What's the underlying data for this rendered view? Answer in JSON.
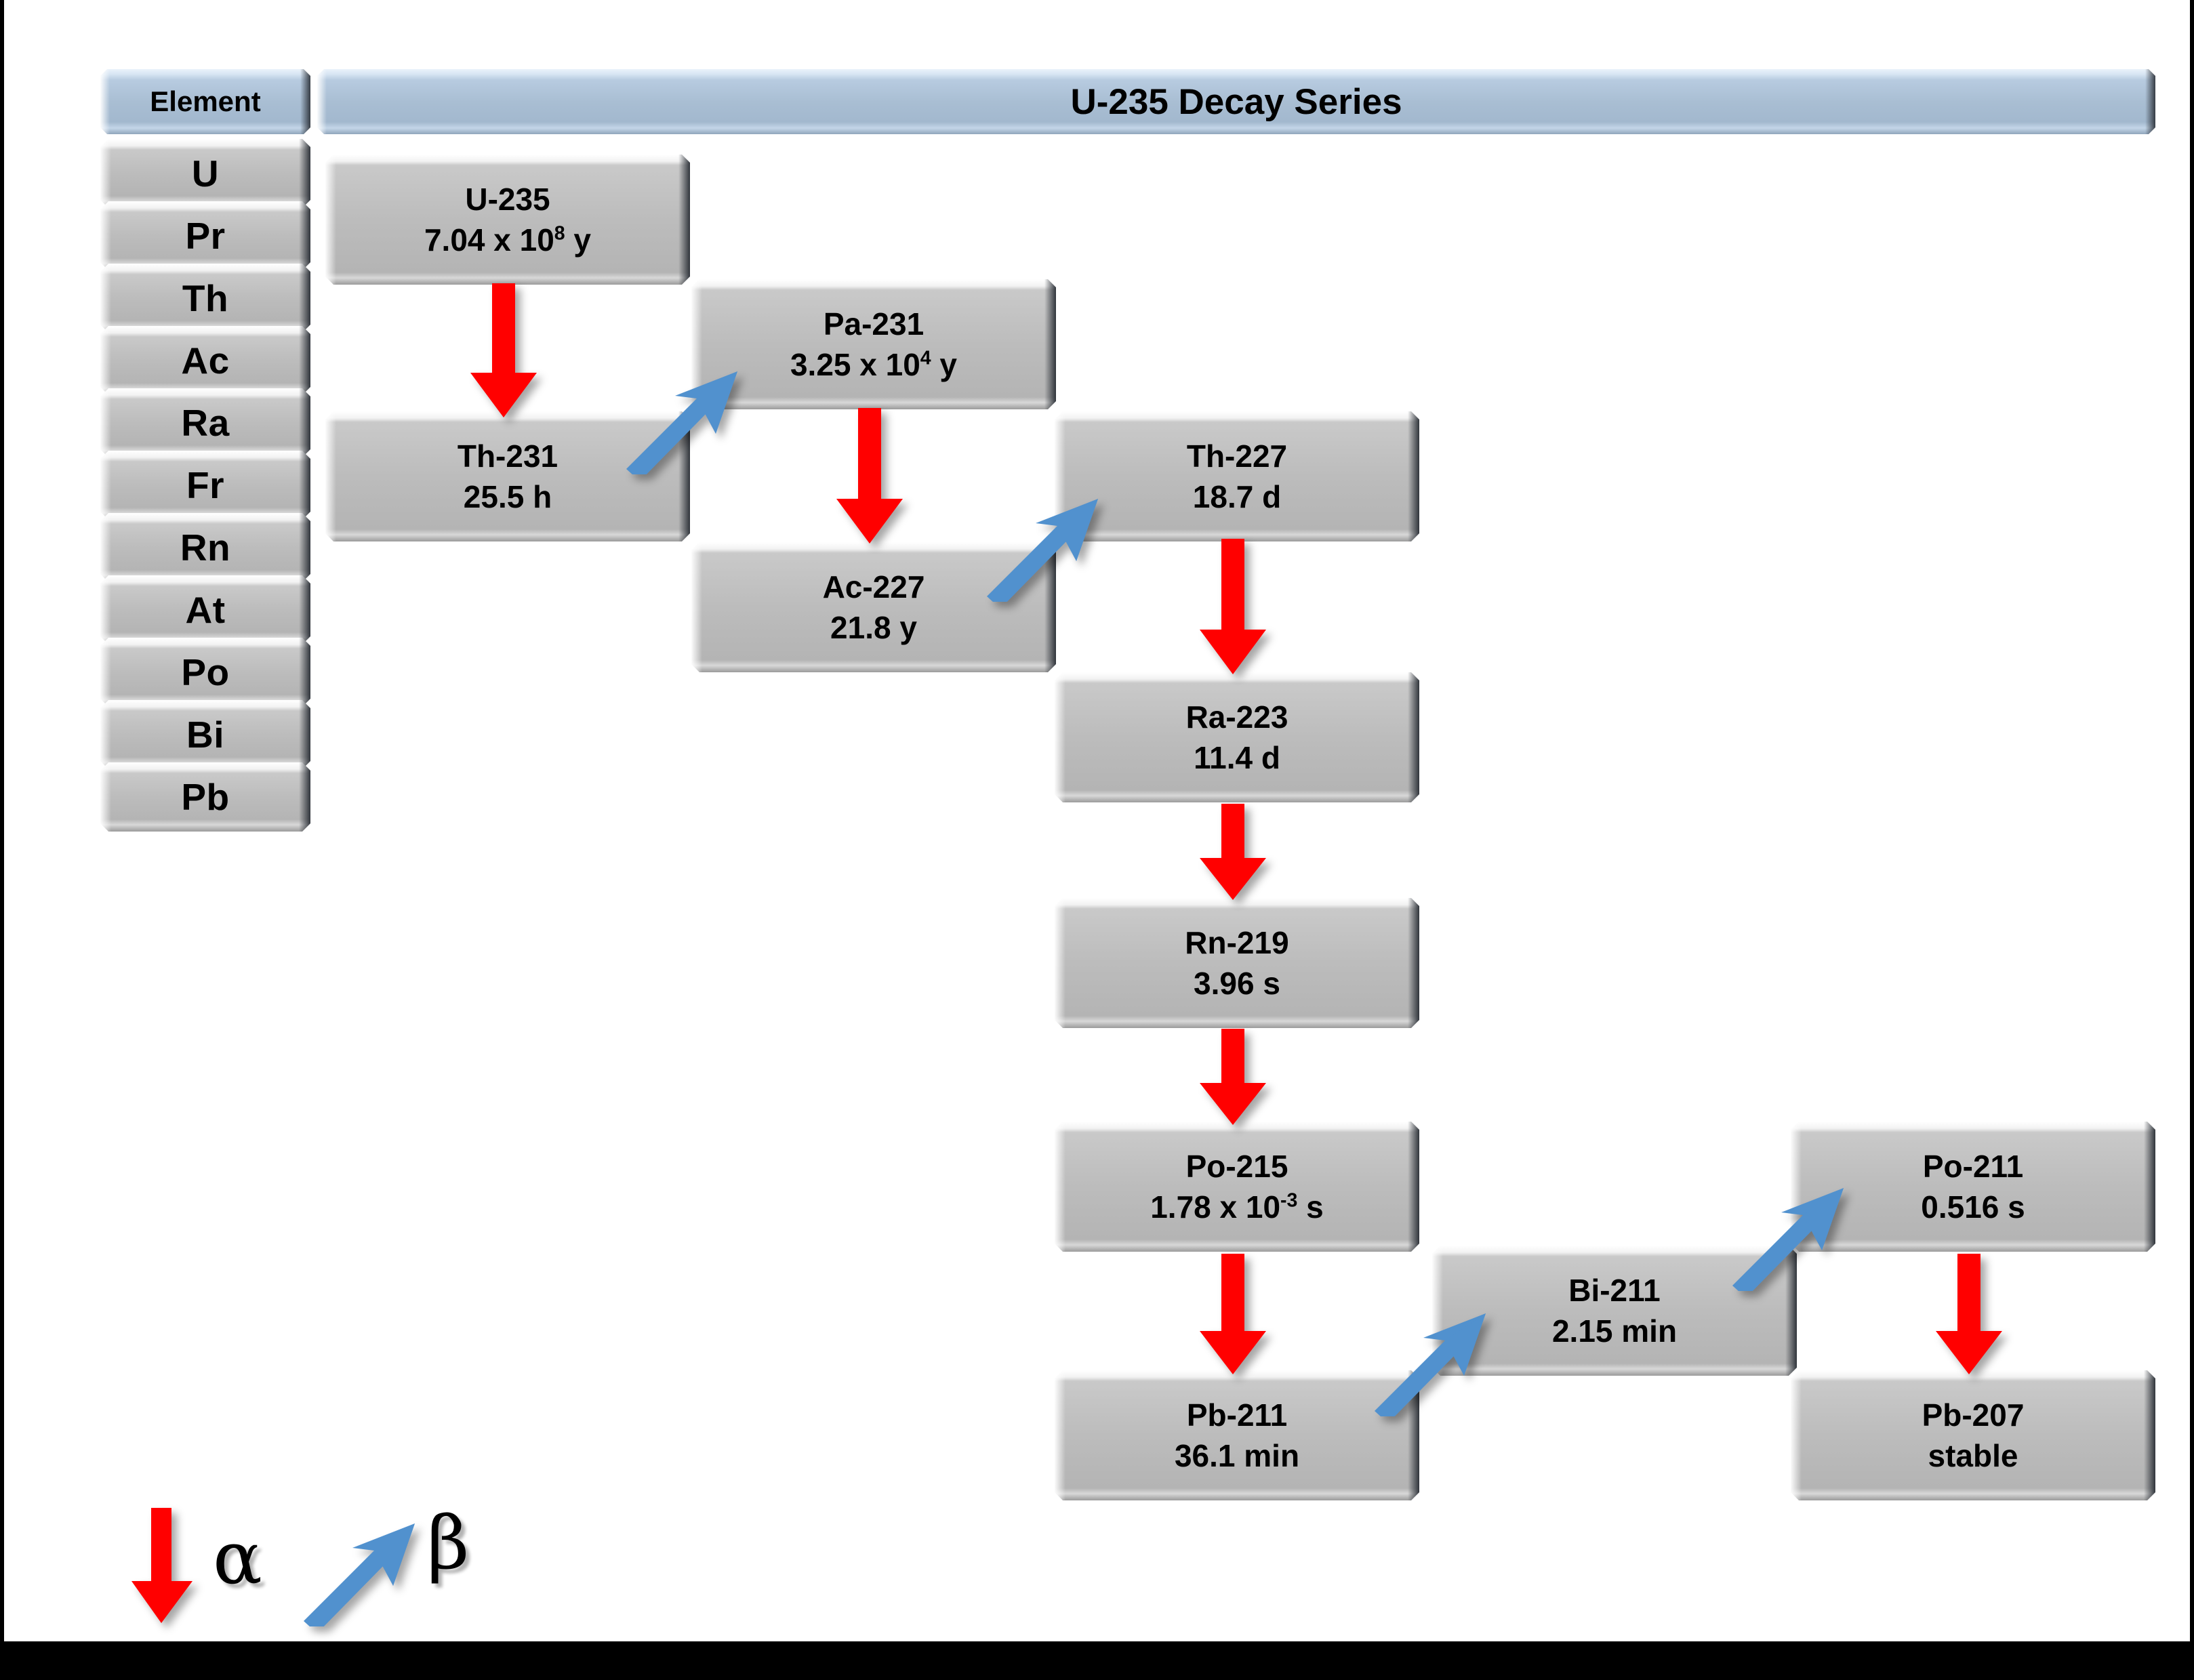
{
  "header": {
    "element_column_label": "Element",
    "title": "U-235 Decay Series"
  },
  "colors": {
    "alpha_arrow": "#FF0000",
    "beta_arrow": "#5191CE",
    "plate_face": "#BCBCBC",
    "header_plate": "#A9BED3",
    "text": "#000000",
    "background": "#FFFFFF",
    "frame": "#000000"
  },
  "element_rows": [
    {
      "symbol": "U"
    },
    {
      "symbol": "Pr"
    },
    {
      "symbol": "Th"
    },
    {
      "symbol": "Ac"
    },
    {
      "symbol": "Ra"
    },
    {
      "symbol": "Fr"
    },
    {
      "symbol": "Rn"
    },
    {
      "symbol": "At"
    },
    {
      "symbol": "Po"
    },
    {
      "symbol": "Bi"
    },
    {
      "symbol": "Pb"
    }
  ],
  "nuclides": [
    {
      "id": "u235",
      "name": "U-235",
      "halflife": "7.04 x 10",
      "exponent": "8",
      "unit": " y",
      "halflife_plain": "7.04 x 10^8 y"
    },
    {
      "id": "pa231",
      "name": "Pa-231",
      "halflife": "3.25 x 10",
      "exponent": "4",
      "unit": " y",
      "halflife_plain": "3.25 x 10^4 y"
    },
    {
      "id": "th231",
      "name": "Th-231",
      "halflife": "25.5 h",
      "exponent": "",
      "unit": "",
      "halflife_plain": "25.5 h"
    },
    {
      "id": "th227",
      "name": "Th-227",
      "halflife": "18.7 d",
      "exponent": "",
      "unit": "",
      "halflife_plain": "18.7 d"
    },
    {
      "id": "ac227",
      "name": "Ac-227",
      "halflife": "21.8 y",
      "exponent": "",
      "unit": "",
      "halflife_plain": "21.8 y"
    },
    {
      "id": "ra223",
      "name": "Ra-223",
      "halflife": "11.4 d",
      "exponent": "",
      "unit": "",
      "halflife_plain": "11.4 d"
    },
    {
      "id": "rn219",
      "name": "Rn-219",
      "halflife": "3.96 s",
      "exponent": "",
      "unit": "",
      "halflife_plain": "3.96 s"
    },
    {
      "id": "po215",
      "name": "Po-215",
      "halflife": "1.78 x 10",
      "exponent": "-3",
      "unit": " s",
      "halflife_plain": "1.78 x 10^-3 s"
    },
    {
      "id": "po211",
      "name": "Po-211",
      "halflife": "0.516 s",
      "exponent": "",
      "unit": "",
      "halflife_plain": "0.516 s"
    },
    {
      "id": "bi211",
      "name": "Bi-211",
      "halflife": "2.15 min",
      "exponent": "",
      "unit": "",
      "halflife_plain": "2.15 min"
    },
    {
      "id": "pb211",
      "name": "Pb-211",
      "halflife": "36.1 min",
      "exponent": "",
      "unit": "",
      "halflife_plain": "36.1 min"
    },
    {
      "id": "pb207",
      "name": "Pb-207",
      "halflife": "stable",
      "exponent": "",
      "unit": "",
      "halflife_plain": "stable"
    }
  ],
  "decays": [
    {
      "from": "U-235",
      "to": "Th-231",
      "type": "alpha"
    },
    {
      "from": "Th-231",
      "to": "Pa-231",
      "type": "beta"
    },
    {
      "from": "Pa-231",
      "to": "Ac-227",
      "type": "alpha"
    },
    {
      "from": "Ac-227",
      "to": "Th-227",
      "type": "beta"
    },
    {
      "from": "Th-227",
      "to": "Ra-223",
      "type": "alpha"
    },
    {
      "from": "Ra-223",
      "to": "Rn-219",
      "type": "alpha"
    },
    {
      "from": "Rn-219",
      "to": "Po-215",
      "type": "alpha"
    },
    {
      "from": "Po-215",
      "to": "Pb-211",
      "type": "alpha"
    },
    {
      "from": "Pb-211",
      "to": "Bi-211",
      "type": "beta"
    },
    {
      "from": "Bi-211",
      "to": "Po-211",
      "type": "beta"
    },
    {
      "from": "Po-211",
      "to": "Pb-207",
      "type": "alpha"
    }
  ],
  "legend": {
    "alpha_symbol": "α",
    "alpha_icon": "red-down-arrow",
    "beta_symbol": "β",
    "beta_icon": "blue-up-right-arrow"
  }
}
